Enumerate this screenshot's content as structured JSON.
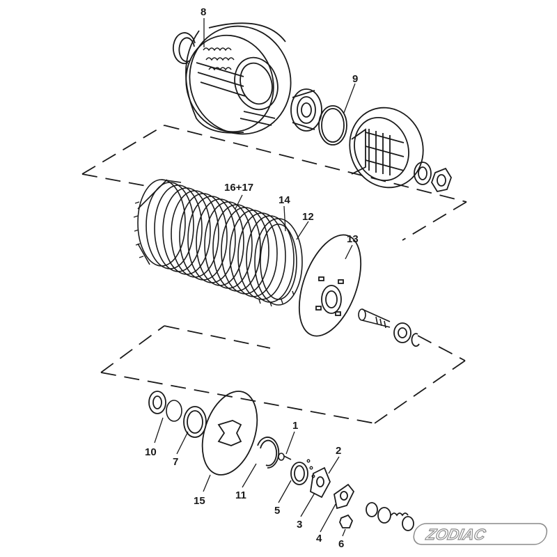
{
  "diagram": {
    "labels": {
      "l8": "8",
      "l9": "9",
      "l16_17": "16+17",
      "l14": "14",
      "l12": "12",
      "l13": "13",
      "l1": "1",
      "l2": "2",
      "l10": "10",
      "l7": "7",
      "l15": "15",
      "l11": "11",
      "l5": "5",
      "l3": "3",
      "l4": "4",
      "l6": "6"
    },
    "watermark": "ZODIAC",
    "ink": "#1a1a1a"
  }
}
